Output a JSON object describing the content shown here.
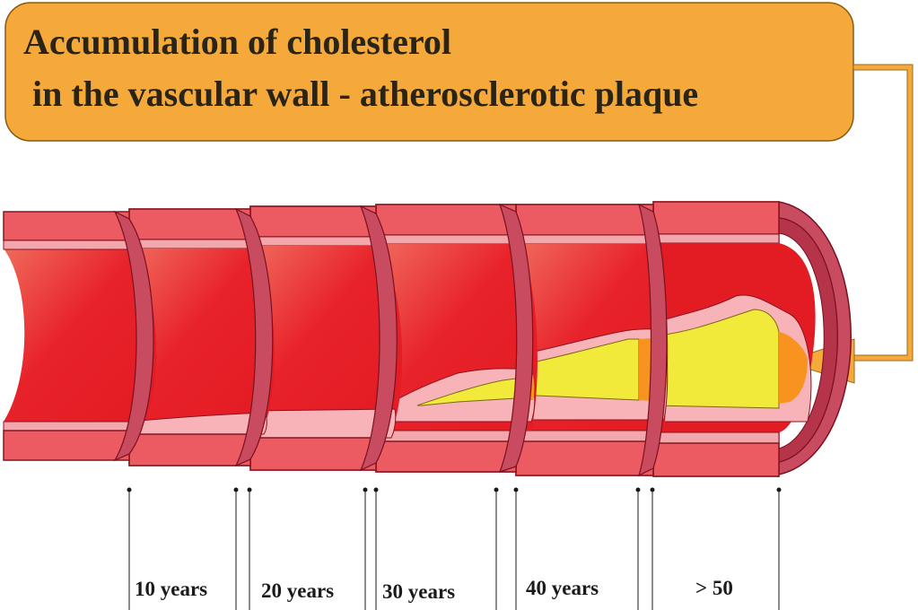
{
  "title": {
    "line1": "Accumulation of cholesterol",
    "line2": "in the vascular wall - atherosclerotic plaque"
  },
  "stages": [
    {
      "label": "10 years",
      "plaque": "none"
    },
    {
      "label": "20 years",
      "plaque": "thin-layer"
    },
    {
      "label": "30 years",
      "plaque": "thickening"
    },
    {
      "label": "40 years",
      "plaque": "lipid-core"
    },
    {
      "label": "> 50",
      "plaque": "large-lipid-core"
    }
  ],
  "colors": {
    "title_box": "#f5a93a",
    "lumen": "#e61b23",
    "vessel_wall": "#ef5b60",
    "wall_dark": "#b11e2d",
    "intima": "#f7b3b8",
    "lipid_core": "#f2ea3a",
    "plaque_cap": "#f7931e",
    "connector": "#f5a93a"
  }
}
